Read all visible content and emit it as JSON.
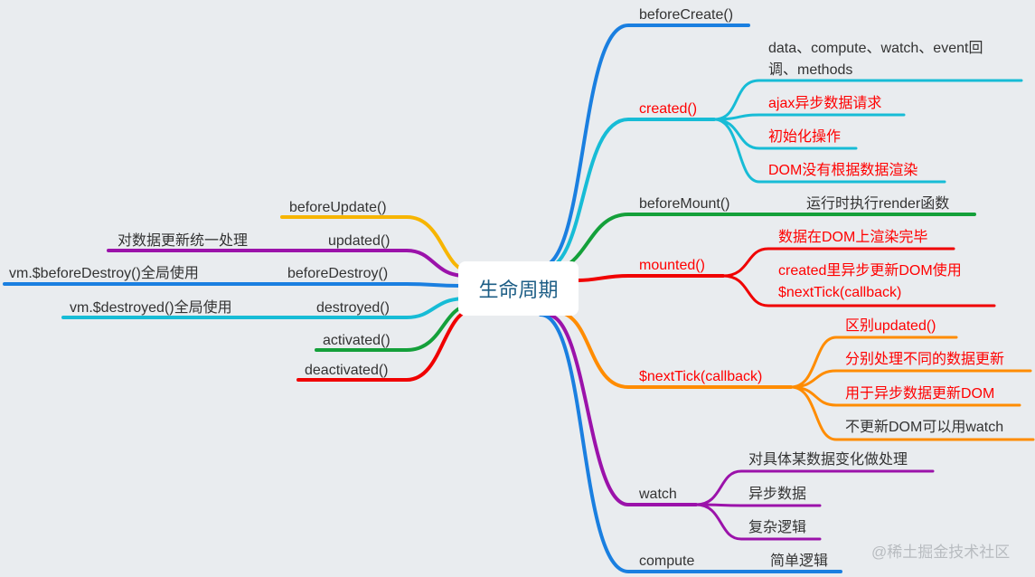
{
  "center": "生命周期",
  "colors": {
    "blue": "#1a7fe0",
    "cyan": "#17bcd6",
    "green": "#14a03a",
    "red": "#f00000",
    "orange": "#ff8c00",
    "purple": "#9b12aa",
    "yellow": "#f7b500"
  },
  "left": [
    {
      "label": "beforeUpdate()"
    },
    {
      "label": "updated()",
      "note": "对数据更新统一处理"
    },
    {
      "label": "beforeDestroy()",
      "note": "vm.$beforeDestroy()全局使用"
    },
    {
      "label": "destroyed()",
      "note": "vm.$destroyed()全局使用"
    },
    {
      "label": "activated()"
    },
    {
      "label": "deactivated()"
    }
  ],
  "right": {
    "beforeCreate": {
      "label": "beforeCreate()"
    },
    "created": {
      "label": "created()",
      "children": [
        "data、compute、watch、event回",
        "调、methods",
        "ajax异步数据请求",
        "初始化操作",
        "DOM没有根据数据渲染"
      ]
    },
    "beforeMount": {
      "label": "beforeMount()",
      "note": "运行时执行render函数"
    },
    "mounted": {
      "label": "mounted()",
      "children": [
        "数据在DOM上渲染完毕",
        "created里异步更新DOM使用",
        "$nextTick(callback)"
      ]
    },
    "nextTick": {
      "label": "$nextTick(callback)",
      "children": [
        "区别updated()",
        "分别处理不同的数据更新",
        "用于异步数据更新DOM",
        "不更新DOM可以用watch"
      ]
    },
    "watch": {
      "label": "watch",
      "children": [
        "对具体某数据变化做处理",
        "异步数据",
        "复杂逻辑"
      ]
    },
    "compute": {
      "label": "compute",
      "note": "简单逻辑"
    }
  },
  "watermark": "@稀土掘金技术社区"
}
